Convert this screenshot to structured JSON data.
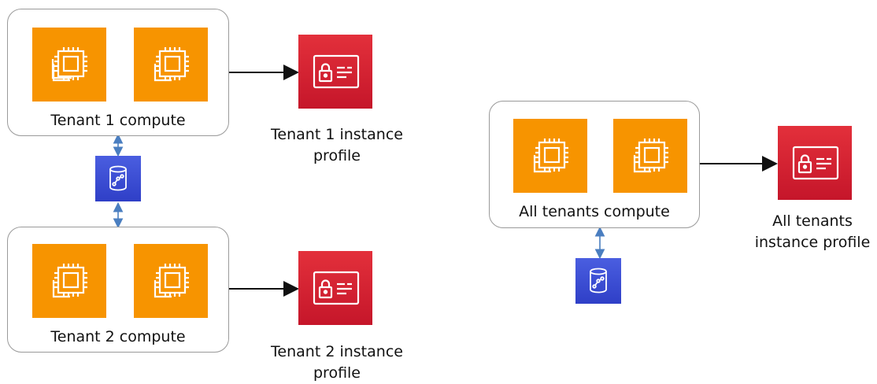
{
  "left": {
    "tenant1": {
      "group_label": "Tenant 1 compute",
      "profile_caption_line1": "Tenant 1 instance",
      "profile_caption_line2": "profile"
    },
    "tenant2": {
      "group_label": "Tenant 2 compute",
      "profile_caption_line1": "Tenant 2 instance",
      "profile_caption_line2": "profile"
    }
  },
  "right": {
    "all": {
      "group_label": "All tenants compute",
      "profile_caption_line1": "All tenants",
      "profile_caption_line2": "instance profile"
    }
  },
  "icons": {
    "compute": "ec2-instances-icon",
    "profile": "iam-instance-profile-icon",
    "storage": "shared-storage-icon"
  },
  "colors": {
    "compute": "#f79400",
    "profile": "#d21f30",
    "storage": "#3b4fd4",
    "connector": "#4a7ec0",
    "arrow": "#111111"
  }
}
